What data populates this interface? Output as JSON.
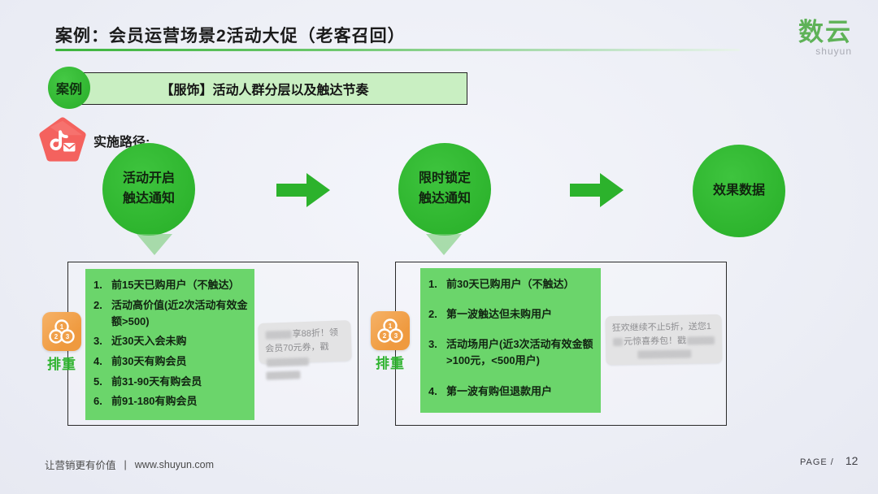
{
  "header": {
    "title": "案例：会员运营场景2活动大促（老客召回）",
    "logo_text": "数云",
    "logo_subtext": "shuyun"
  },
  "case_banner": {
    "badge_label": "案例",
    "text": "【服饰】活动人群分层以及触达节奏"
  },
  "path_section": {
    "label": "实施路径:"
  },
  "flow": {
    "steps": [
      {
        "line1": "活动开启",
        "line2": "触达通知"
      },
      {
        "line1": "限时锁定",
        "line2": "触达通知"
      },
      {
        "line1": "效果数据",
        "line2": ""
      }
    ]
  },
  "dedupe": {
    "label": "排重",
    "icon_numbers": [
      "1",
      "2",
      "3"
    ]
  },
  "box1": {
    "items": [
      {
        "n": "1.",
        "t": "前15天已购用户（不触达）"
      },
      {
        "n": "2.",
        "t": "活动高价值(近2次活动有效金额>500)"
      },
      {
        "n": "3.",
        "t": "近30天入会未购"
      },
      {
        "n": "4.",
        "t": "前30天有购会员"
      },
      {
        "n": "5.",
        "t": "前31-90天有购会员"
      },
      {
        "n": "6.",
        "t": "前91-180有购会员"
      }
    ]
  },
  "box2": {
    "items": [
      {
        "n": "1.",
        "t": "前30天已购用户（不触达）"
      },
      {
        "n": "2.",
        "t": "第一波触达但未购用户"
      },
      {
        "n": "3.",
        "t": "活动场用户(近3次活动有效金额>100元，<500用户)"
      },
      {
        "n": "4.",
        "t": "第一波有购但退款用户"
      }
    ]
  },
  "bubble1": {
    "text": "享88折！领会员70元券，戳"
  },
  "bubble2": {
    "text_part1": "狂欢继续不止5折，送您1",
    "text_part2": "元惊喜券包！戳"
  },
  "footer": {
    "slogan": "让营销更有价值",
    "divider": "|",
    "url": "www.shuyun.com",
    "page_label": "PAGE /",
    "page_number": "12"
  },
  "colors": {
    "accent_green": "#2fb32f",
    "list_green": "#6bd56b",
    "banner_green": "#c9efc2",
    "logo_green": "#5eb257",
    "dedupe_orange": "#ef9a3f",
    "pentagon_red": "#f4625e",
    "background": "#edeff6",
    "bubble_gray": "#e3e3e4"
  }
}
